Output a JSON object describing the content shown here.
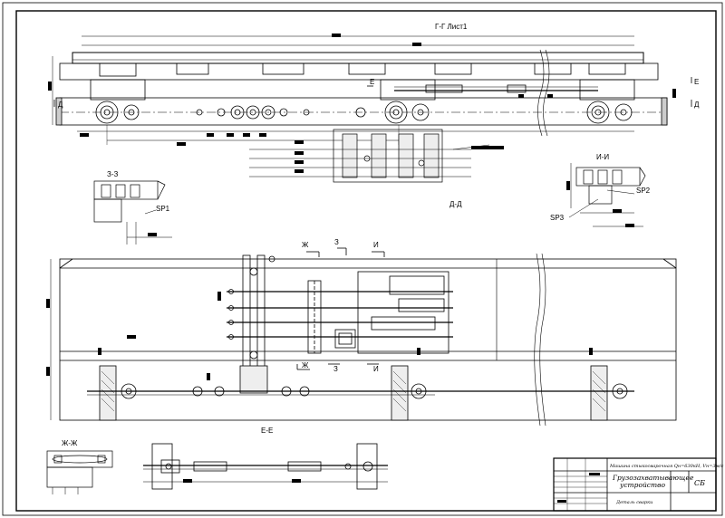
{
  "drawing": {
    "views": {
      "top_view": "Г-Г Лист1",
      "section_dd": "Д-Д",
      "section_zz": "З-З",
      "section_ii": "И-И",
      "section_ee": "Е-Е",
      "section_zhzh": "Ж-Ж"
    },
    "markers": {
      "d": "Д",
      "e": "Е",
      "zh": "Ж",
      "z": "З",
      "i": "И"
    },
    "callouts": {
      "sp1": "SP1",
      "sp2": "SP2",
      "sp3": "SP3"
    },
    "title_block": {
      "top_line": "Машина стыкосварочная Qн=630кН, Vн=3м/с",
      "name_line1": "Грузозахватывающее",
      "name_line2": "устройство",
      "sheet_code": "СБ",
      "bottom_line": "Деталь сварки"
    }
  }
}
